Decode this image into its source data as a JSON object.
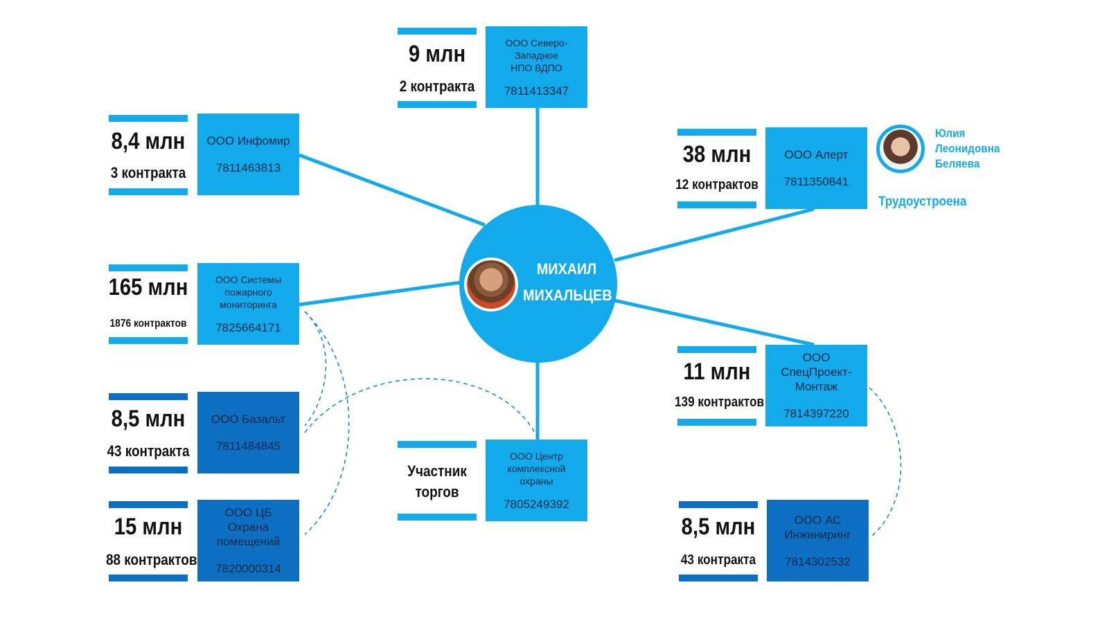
{
  "center": {
    "name_line1": "МИХАИЛ",
    "name_line2": "МИХАЛЬЦЕВ",
    "photo_icon": "person-photo-icon"
  },
  "person": {
    "name_line1": "Юлия",
    "name_line2": "Леонидовна",
    "name_line3": "Беляева",
    "status": "Трудоустроена",
    "photo_icon": "person-photo-icon"
  },
  "companies": {
    "severo": {
      "amount": "9 млн",
      "contracts": "2 контракта",
      "name": "ООО Северо-\nЗападное\nНПО ВДПО",
      "inn": "7811413347"
    },
    "infomir": {
      "amount": "8,4 млн",
      "contracts": "3 контракта",
      "name": "ООО Инфомир",
      "inn": "7811463813"
    },
    "sistemy": {
      "amount": "165 млн",
      "contracts": "1876 контрактов",
      "name": "ООО Системы\nпожарного\nмониторинга",
      "inn": "7825664171"
    },
    "bazalt": {
      "amount": "8,5 млн",
      "contracts": "43 контракта",
      "name": "ООО Базальт",
      "inn": "7811484845"
    },
    "cb": {
      "amount": "15 млн",
      "contracts": "88 контрактов",
      "name": "ООО ЦБ Охрана\nпомещений",
      "inn": "7820000314"
    },
    "centr": {
      "label": "Участник\nторгов",
      "name": "ООО Центр\nкомплексной\nохраны",
      "inn": "7805249392"
    },
    "alert": {
      "amount": "38 млн",
      "contracts": "12 контрактов",
      "name": "ООО Алерт",
      "inn": "7811350841"
    },
    "specproekt": {
      "amount": "11 млн",
      "contracts": "139 контрактов",
      "name": "ООО СпецПроект-\nМонтаж",
      "inn": "7814397220"
    },
    "as": {
      "amount": "8,5 млн",
      "contracts": "43 контракта",
      "name": "ООО АС\nИнжиниринг",
      "inn": "7814302532"
    }
  },
  "colors": {
    "light": "#12aaea",
    "dark": "#0d6fc2",
    "text": "#111111",
    "box_text": "#0d2a4a"
  }
}
